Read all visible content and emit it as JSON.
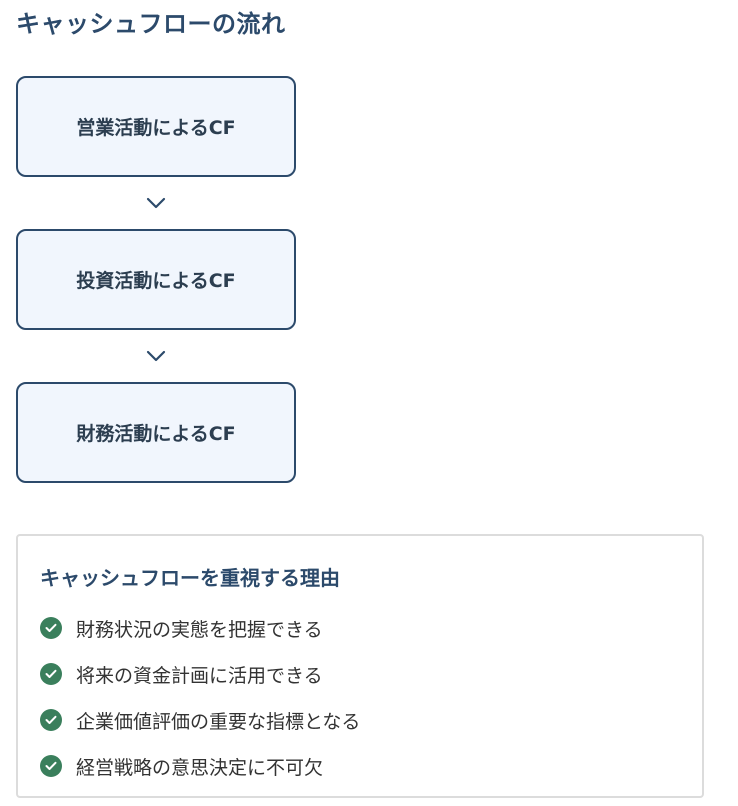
{
  "page": {
    "title": "キャッシュフローの流れ"
  },
  "flow": {
    "steps": [
      {
        "label": "営業活動によるCF"
      },
      {
        "label": "投資活動によるCF"
      },
      {
        "label": "財務活動によるCF"
      }
    ],
    "arrow_icon": "chevron-down-icon"
  },
  "reasons": {
    "title": "キャッシュフローを重視する理由",
    "check_icon": "check-circle-icon",
    "items": [
      "財務状況の実態を把握できる",
      "将来の資金計画に活用できる",
      "企業価値評価の重要な指標となる",
      "経営戦略の意思決定に不可欠"
    ]
  },
  "colors": {
    "heading": "#2c4a6b",
    "step_border": "#2c4a6b",
    "step_background": "#f1f6fd",
    "check": "#3a7f5c",
    "panel_border": "#dcdcdc"
  }
}
